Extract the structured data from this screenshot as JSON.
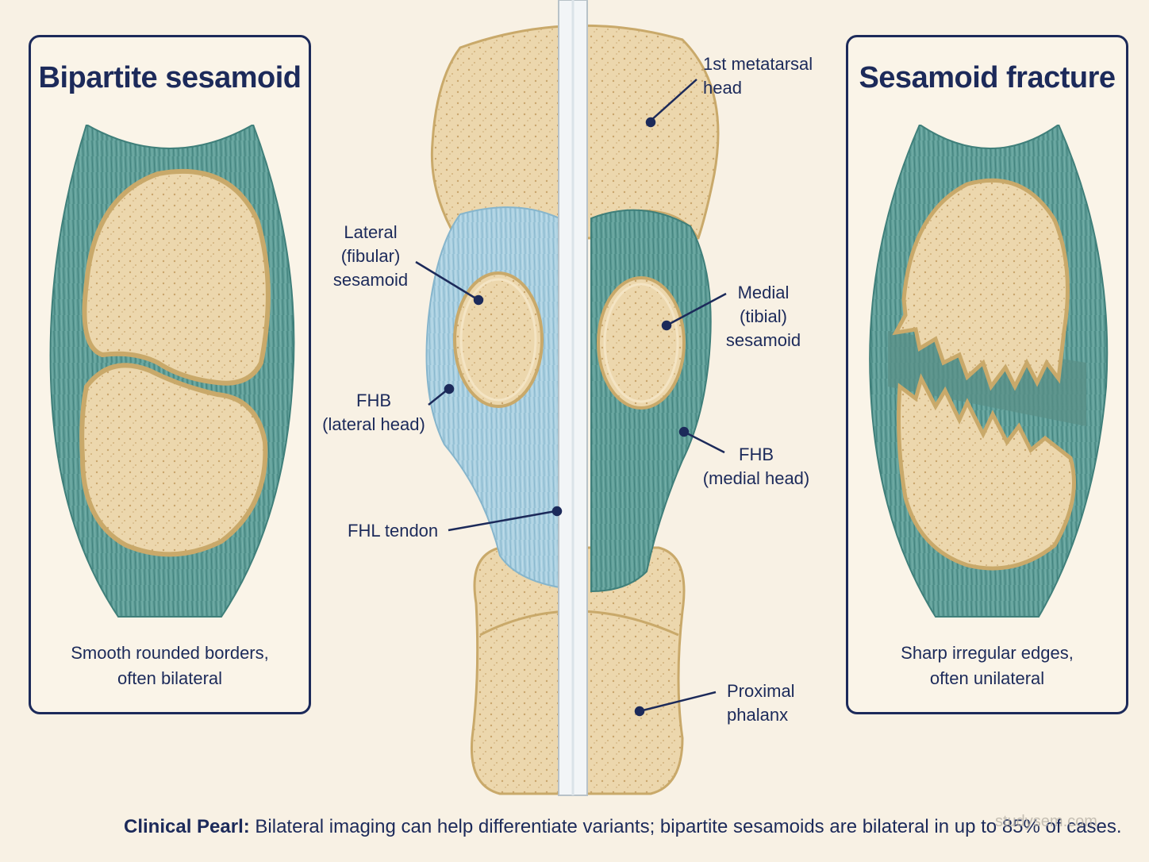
{
  "panels": {
    "left": {
      "title": "Bipartite sesamoid",
      "caption_line1": "Smooth rounded borders,",
      "caption_line2": "often bilateral"
    },
    "right": {
      "title": "Sesamoid fracture",
      "caption_line1": "Sharp irregular edges,",
      "caption_line2": "often unilateral"
    }
  },
  "labels": {
    "metatarsal_head": [
      "1st metatarsal",
      "head"
    ],
    "lateral_sesamoid": [
      "Lateral",
      "(fibular)",
      "sesamoid"
    ],
    "medial_sesamoid": [
      "Medial",
      "(tibial)",
      "sesamoid"
    ],
    "fhb_lateral": [
      "FHB",
      "(lateral head)"
    ],
    "fhb_medial": [
      "FHB",
      "(medial head)"
    ],
    "fhl_tendon": "FHL tendon",
    "proximal_phalanx": [
      "Proximal",
      "phalanx"
    ]
  },
  "clinical_pearl": {
    "heading": "Clinical Pearl:",
    "text": " Bilateral imaging can help differentiate variants; bipartite sesamoids are bilateral in up to 85% of cases."
  },
  "watermark": "studysem.com",
  "colors": {
    "navy": "#1c2a5a",
    "bone": "#ecd7ad",
    "bone_edge": "#c9a96a",
    "muscle_teal": "#5f9e98",
    "muscle_blue": "#a9cfe0",
    "background": "#f8f1e4"
  }
}
